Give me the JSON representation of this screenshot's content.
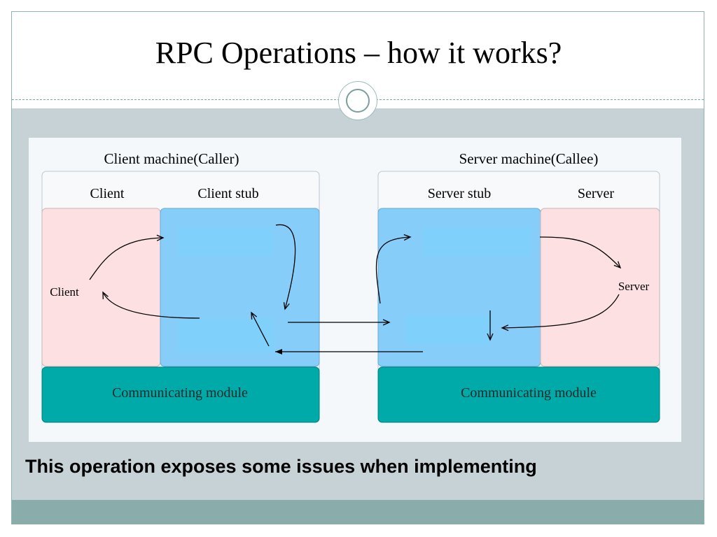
{
  "slide": {
    "title": "RPC Operations – how it works?",
    "caption": "This operation exposes some issues when implementing"
  },
  "diagram": {
    "client_machine": {
      "heading": "Client machine(Caller)",
      "col_client": "Client",
      "col_stub": "Client stub",
      "client_label": "Client",
      "comm_module": "Communicating module"
    },
    "server_machine": {
      "heading": "Server machine(Callee)",
      "col_stub": "Server stub",
      "col_server": "Server",
      "server_label": "Server",
      "comm_module": "Communicating module"
    }
  },
  "colors": {
    "pink_panel": "#fde0e2",
    "blue_panel": "#87cdfa",
    "teal_module": "#00aaa8",
    "band": "#c6d2d6",
    "footer_band": "#8aacab"
  }
}
